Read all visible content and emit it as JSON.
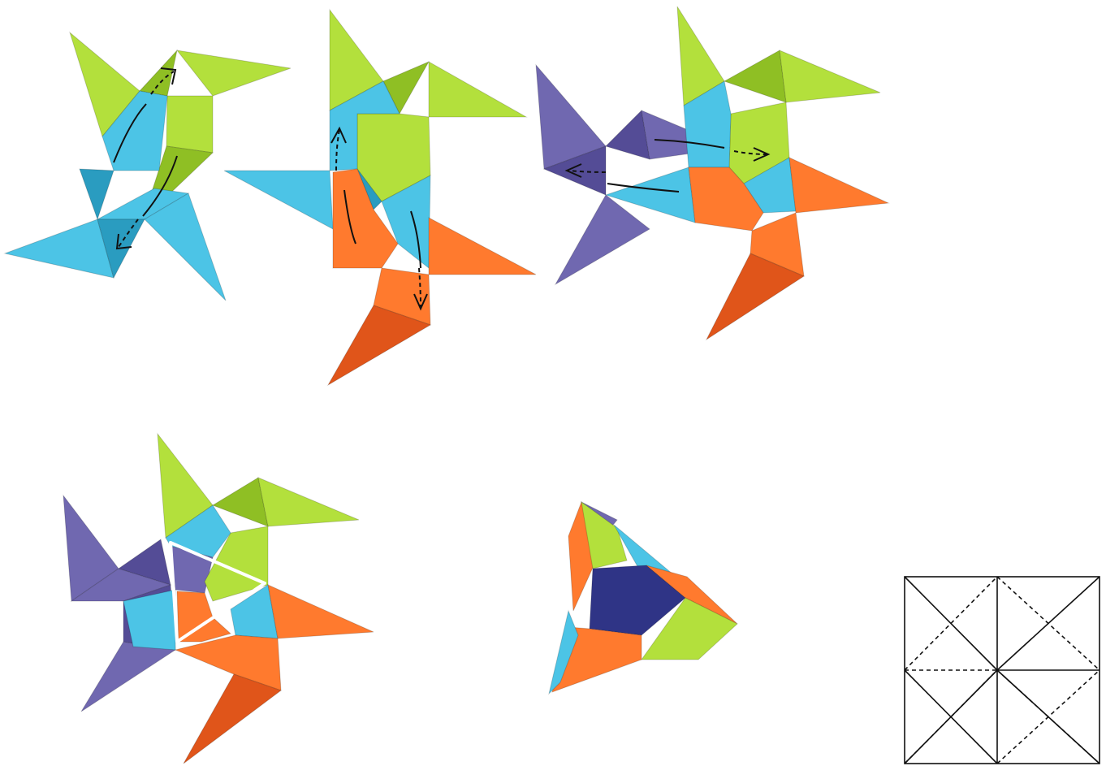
{
  "colors": {
    "green": "#b3e03c",
    "green_dark": "#8fbf24",
    "blue": "#4cc4e6",
    "blue_dark": "#2a9cc0",
    "orange": "#ff7a2e",
    "orange_dark": "#e0551a",
    "purple": "#7068b0",
    "purple_dark": "#544c96",
    "navy": "#2f3486",
    "line": "#111111",
    "highlight": "#ffffff",
    "background": "#ffffff"
  },
  "steps": [
    {
      "name": "step-1",
      "modules": [
        "green",
        "blue"
      ],
      "arrows": 2
    },
    {
      "name": "step-2",
      "modules": [
        "green",
        "blue",
        "orange"
      ],
      "arrows": 2
    },
    {
      "name": "step-3",
      "modules": [
        "purple",
        "green",
        "blue",
        "orange"
      ],
      "arrows": 2
    },
    {
      "name": "step-4",
      "modules": [
        "purple",
        "green",
        "blue",
        "orange"
      ],
      "arrows": 0,
      "highlight": "triangle"
    },
    {
      "name": "finished-model",
      "modules": [
        "orange",
        "green",
        "navy",
        "blue",
        "purple"
      ],
      "arrows": 0
    }
  ],
  "crease_pattern": {
    "mountain": "solid",
    "valley": "dashed"
  }
}
